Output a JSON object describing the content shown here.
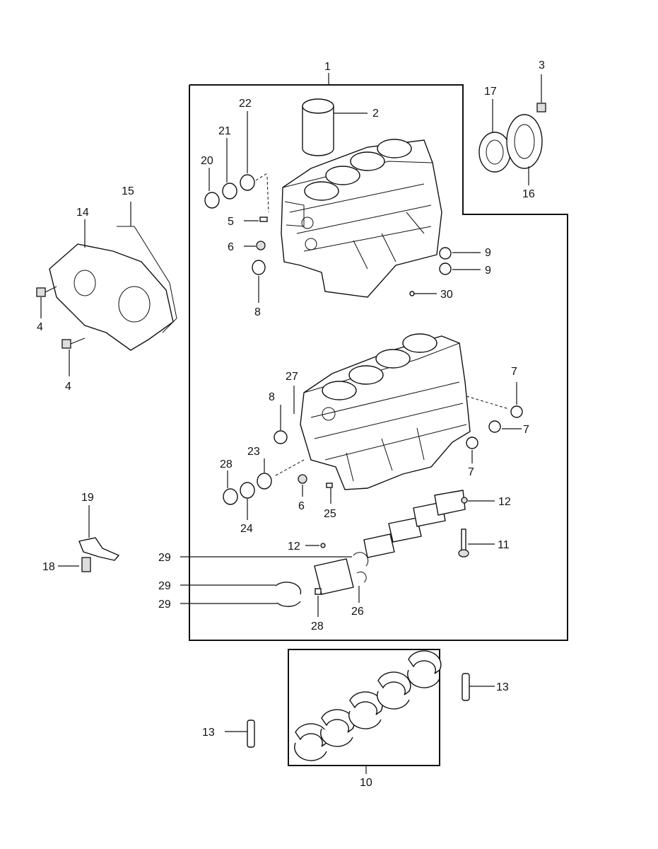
{
  "callouts": {
    "c1": "1",
    "c2": "2",
    "c3": "3",
    "c4a": "4",
    "c4b": "4",
    "c5": "5",
    "c6a": "6",
    "c6b": "6",
    "c7a": "7",
    "c7b": "7",
    "c7c": "7",
    "c8a": "8",
    "c8b": "8",
    "c9a": "9",
    "c9b": "9",
    "c10": "10",
    "c11": "11",
    "c12a": "12",
    "c12b": "12",
    "c13a": "13",
    "c13b": "13",
    "c14": "14",
    "c15": "15",
    "c16": "16",
    "c17": "17",
    "c18": "18",
    "c19": "19",
    "c20": "20",
    "c21": "21",
    "c22": "22",
    "c23": "23",
    "c24": "24",
    "c25": "25",
    "c26": "26",
    "c27": "27",
    "c28a": "28",
    "c28b": "28",
    "c29a": "29",
    "c29b": "29",
    "c29c": "29",
    "c30": "30"
  }
}
